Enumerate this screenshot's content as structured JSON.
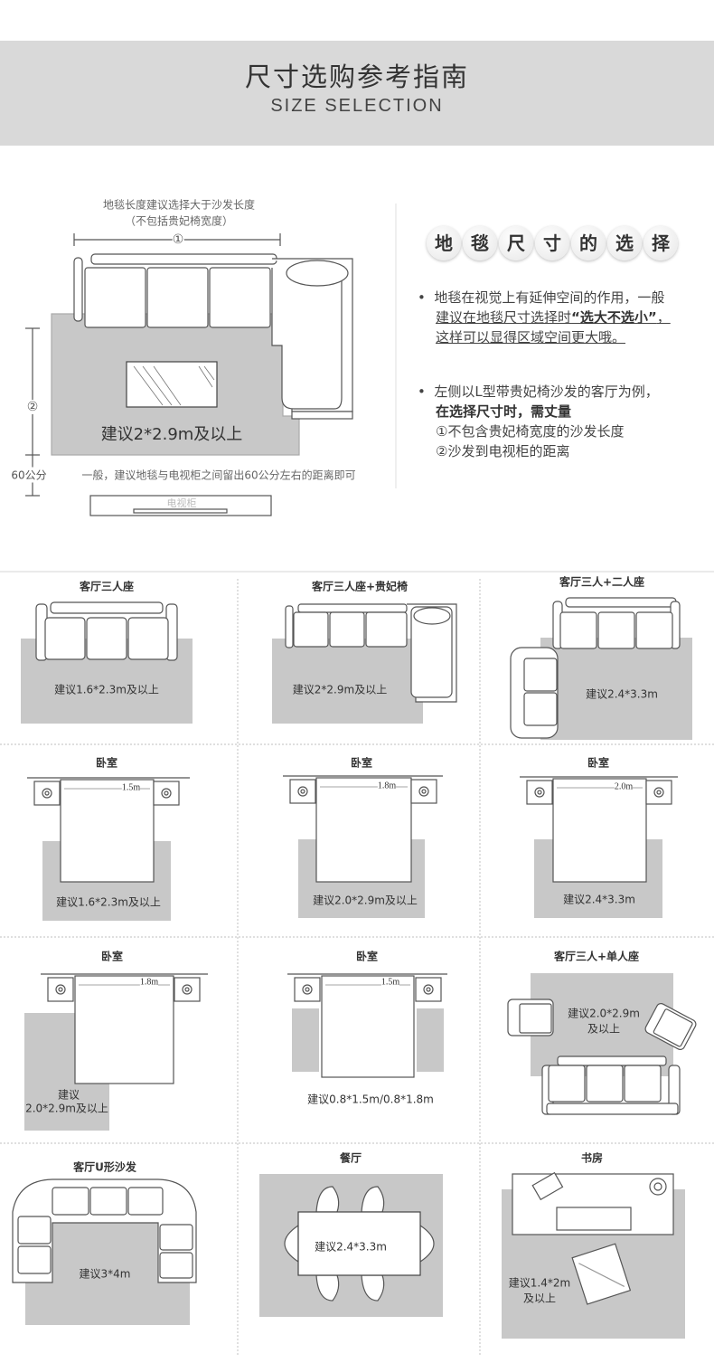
{
  "header": {
    "title": "尺寸选购参考指南",
    "subtitle": "SIZE SELECTION"
  },
  "diagram": {
    "length_note_1": "地毯长度建议选择大于沙发长度",
    "length_note_2": "（不包括贵妃椅宽度）",
    "marker_1": "①",
    "marker_2": "②",
    "rug_label": "建议2*2.9m及以上",
    "distance_label": "60公分",
    "distance_note": "一般，建议地毯与电视柜之间留出60公分左右的距离即可",
    "tv_label": "电视柜"
  },
  "guide": {
    "heading_chars": [
      "地",
      "毯",
      "尺",
      "寸",
      "的",
      "选",
      "择"
    ],
    "bullet": "•",
    "p1_a": "地毯在视觉上有延伸空间的作用，一般",
    "p1_b": "建议在地毯尺寸选择时",
    "p1_c": "“选大不选小”",
    "p1_d": "，",
    "p1_e": "这样可以显得区域空间更大哦。",
    "p2_a": "左侧以L型带贵妃椅沙发的客厅为例，",
    "p2_b": "在选择尺寸时，需丈量",
    "p2_c": "①不包含贵妃椅宽度的沙发长度",
    "p2_d": "②沙发到电视柜的距离"
  },
  "panels": [
    {
      "title": "客厅三人座",
      "label": "建议1.6*2.3m及以上"
    },
    {
      "title": "客厅三人座+贵妃椅",
      "label": "建议2*2.9m及以上"
    },
    {
      "title": "客厅三人+二人座",
      "label": "建议2.4*3.3m"
    },
    {
      "title": "卧室",
      "label": "建议1.6*2.3m及以上",
      "width": "1.5m"
    },
    {
      "title": "卧室",
      "label": "建议2.0*2.9m及以上",
      "width": "1.8m"
    },
    {
      "title": "卧室",
      "label": "建议2.4*3.3m",
      "width": "2.0m"
    },
    {
      "title": "卧室",
      "label": "建议",
      "label2": "2.0*2.9m及以上",
      "width": "1.8m"
    },
    {
      "title": "卧室",
      "label": "建议0.8*1.5m/0.8*1.8m",
      "width": "1.5m"
    },
    {
      "title": "客厅三人+单人座",
      "label": "建议2.0*2.9m",
      "label2": "及以上"
    },
    {
      "title": "客厅U形沙发",
      "label": "建议3*4m"
    },
    {
      "title": "餐厅",
      "label": "建议2.4*3.3m"
    },
    {
      "title": "书房",
      "label": "建议1.4*2m",
      "label2": "及以上"
    }
  ]
}
